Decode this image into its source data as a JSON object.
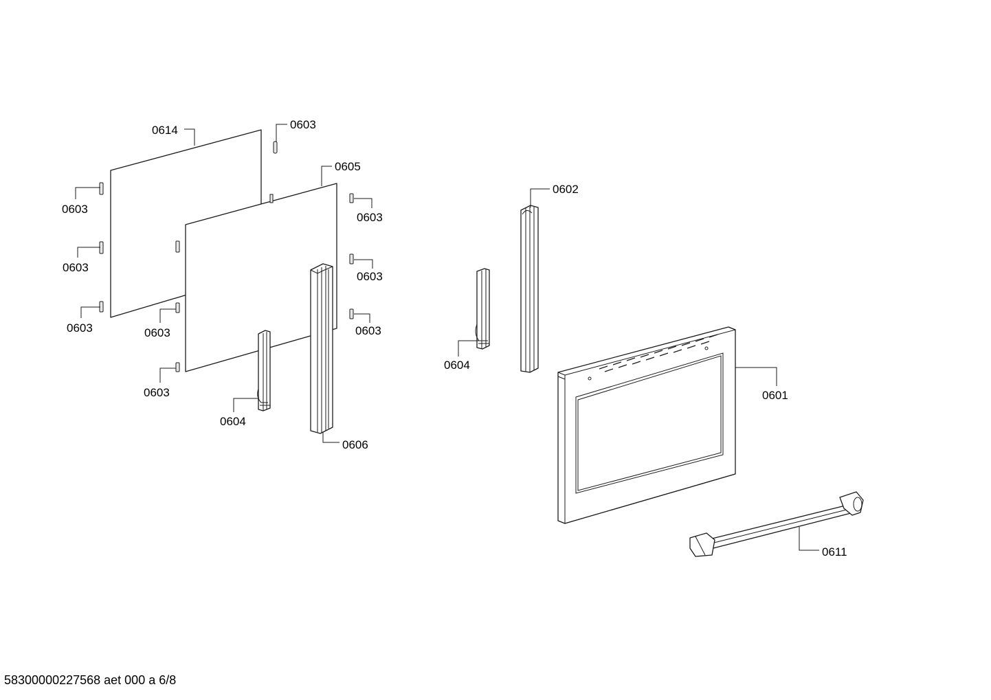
{
  "diagram": {
    "callouts": {
      "glass_pane_outer": "0614",
      "glass_pane_inner": "0605",
      "clip_top": "0603",
      "clip_outer_1": "0603",
      "clip_outer_2": "0603",
      "clip_outer_3": "0603",
      "clip_inner_1": "0603",
      "clip_inner_2": "0603",
      "clip_right_1": "0603",
      "clip_right_2": "0603",
      "clip_right_3": "0603",
      "hinge_bracket_left": "0604",
      "side_profile_left": "0606",
      "hinge_bracket_right": "0604",
      "side_profile_right": "0602",
      "door_frame": "0601",
      "door_handle": "0611"
    }
  },
  "footer": {
    "code": "58300000227568 aet 000 a 6/8"
  }
}
